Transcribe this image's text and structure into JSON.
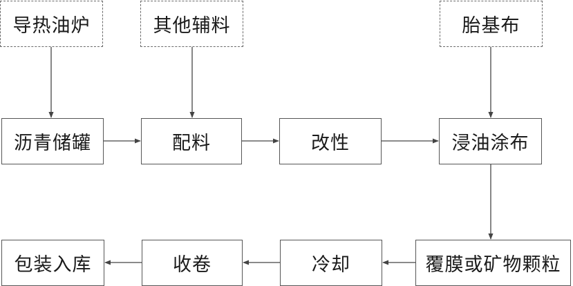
{
  "inputs": {
    "heat_oil_furnace": "导热油炉",
    "other_materials": "其他辅料",
    "base_fabric": "胎基布"
  },
  "process": {
    "asphalt_storage": "沥青储罐",
    "batching": "配料",
    "modification": "改性",
    "oil_dip_coating": "浸油涂布",
    "film_or_mineral": "覆膜或矿物颗粒",
    "cooling": "冷却",
    "winding": "收卷",
    "packaging_storage": "包装入库"
  }
}
